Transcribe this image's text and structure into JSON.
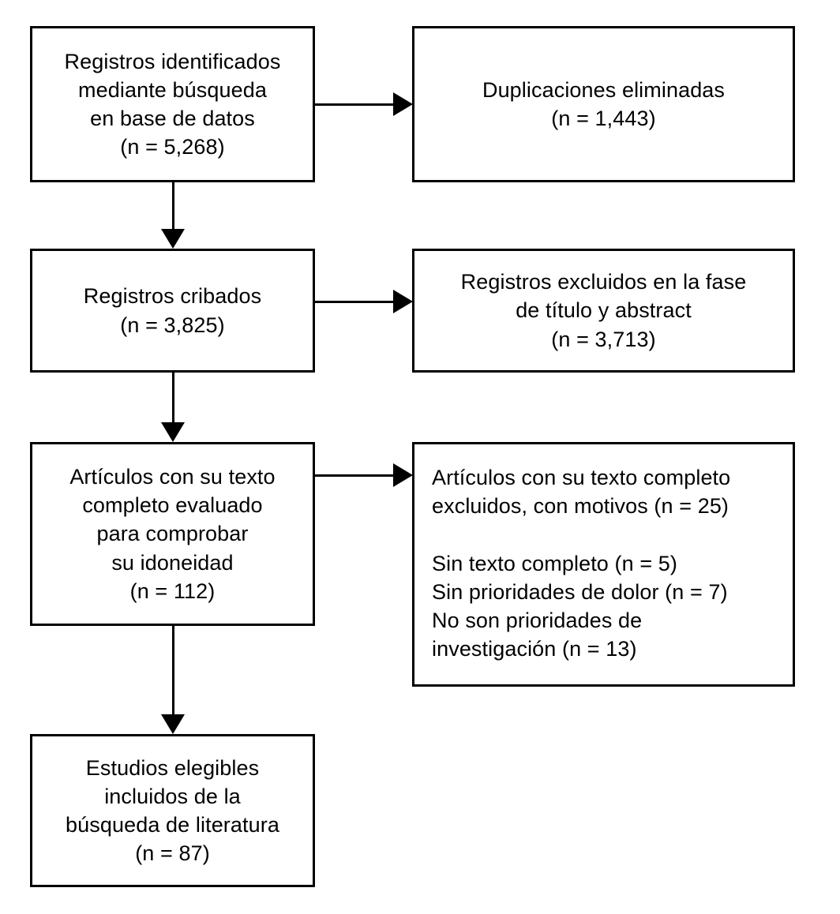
{
  "diagram": {
    "type": "prisma-flow-diagram",
    "language": "es",
    "colors": {
      "background": "#ffffff",
      "box_border": "#000000",
      "text": "#000000",
      "connector": "#000000"
    },
    "boxes": [
      {
        "id": "records-identified",
        "align": "center",
        "text": "Registros identificados\nmediante búsqueda\nen base de datos\n(n = 5,268)",
        "count": "5,268"
      },
      {
        "id": "duplicates-removed",
        "align": "center",
        "text": "Duplicaciones eliminadas\n(n = 1,443)",
        "count": "1,443"
      },
      {
        "id": "records-screened",
        "align": "center",
        "text": "Registros cribados\n(n = 3,825)",
        "count": "3,825"
      },
      {
        "id": "records-excluded",
        "align": "center",
        "text": "Registros excluidos en la fase\nde título y abstract\n(n = 3,713)",
        "count": "3,713"
      },
      {
        "id": "fulltext-assessed",
        "align": "center",
        "text": "Artículos con su texto\ncompleto evaluado\npara comprobar\nsu idoneidad\n(n = 112)",
        "count": "112"
      },
      {
        "id": "fulltext-excluded",
        "align": "left",
        "text": "Artículos con su texto completo\nexcluidos, con motivos (n = 25)\n\nSin texto completo (n = 5)\nSin prioridades de dolor (n = 7)\nNo son prioridades de\ninvestigación (n = 13)",
        "count": "25",
        "reasons": [
          {
            "label": "Sin texto completo",
            "count": "5"
          },
          {
            "label": "Sin prioridades de dolor",
            "count": "7"
          },
          {
            "label": "No son prioridades de investigación",
            "count": "13"
          }
        ]
      },
      {
        "id": "studies-included",
        "align": "center",
        "text": "Estudios elegibles\nincluidos de la\nbúsqueda de literatura\n(n = 87)",
        "count": "87"
      }
    ],
    "connectors": [
      {
        "id": "identified-to-duplicates",
        "direction": "right"
      },
      {
        "id": "identified-to-screened",
        "direction": "down"
      },
      {
        "id": "screened-to-excluded",
        "direction": "right"
      },
      {
        "id": "screened-to-assessed",
        "direction": "down"
      },
      {
        "id": "assessed-to-fulltext-excluded",
        "direction": "right"
      },
      {
        "id": "assessed-to-included",
        "direction": "down"
      }
    ]
  }
}
